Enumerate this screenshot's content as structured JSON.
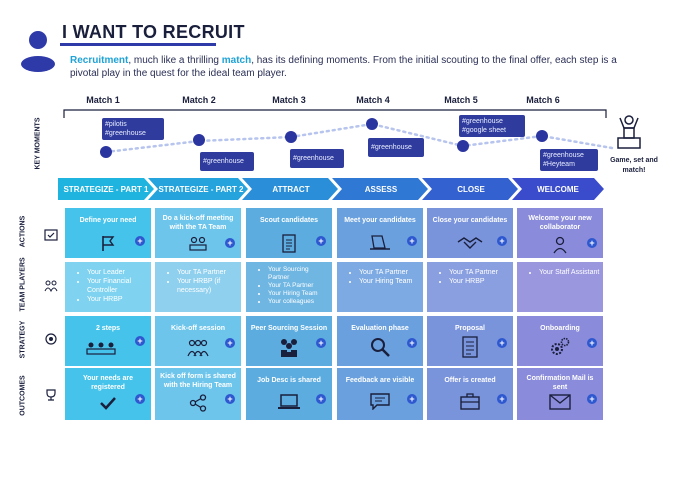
{
  "header": {
    "title": "I WANT TO RECRUIT",
    "subtitle_parts": [
      "Recruitment",
      ", much like a thrilling ",
      "match",
      ", has its defining moments. From the initial scouting to the final offer, each step is a pivotal play in the quest for the ideal team player."
    ]
  },
  "row_labels": [
    "KEY MOMENTS",
    "ACTIONS",
    "TEAM PLAYERS",
    "STRATEGY",
    "OUTCOMES"
  ],
  "matches": [
    "Match 1",
    "Match 2",
    "Match 3",
    "Match 4",
    "Match 5",
    "Match 6"
  ],
  "tags": [
    [
      "#pilotis",
      "#greenhouse"
    ],
    [
      "#greenhouse"
    ],
    [
      "#greenhouse"
    ],
    [
      "#greenhouse"
    ],
    [
      "#greenhouse",
      "#google sheet"
    ],
    [
      "#greenhouse",
      "#Heyteam"
    ]
  ],
  "final_label": "Game, set and match!",
  "phases": [
    "STRATEGIZE - PART 1",
    "STRATEGIZE - PART 2",
    "ATTRACT",
    "ASSESS",
    "CLOSE",
    "WELCOME"
  ],
  "phase_colors": [
    "#1fb4e0",
    "#24a3dc",
    "#2a8fd8",
    "#2f78d4",
    "#3361cf",
    "#3a4ccc"
  ],
  "col_colors": [
    "#46c3ea",
    "#6dc5ec",
    "#5cacdf",
    "#6aa0de",
    "#7a94dc",
    "#8a8bda"
  ],
  "actions": [
    "Define your need",
    "Do a kick-off meeting with the TA Team",
    "Scout candidates",
    "Meet your candidates",
    "Close your candidates",
    "Welcome your new collaborator"
  ],
  "team_players": [
    [
      "Your Leader",
      "Your Financial Controller",
      "Your HRBP"
    ],
    [
      "Your TA Partner",
      "Your HRBP (if necessary)"
    ],
    [
      "Your Sourcing Partner",
      "Your TA Partner",
      "Your Hiring Team",
      "Your colleagues"
    ],
    [
      "Your TA Partner",
      "Your Hiring Team"
    ],
    [
      "Your TA Partner",
      "Your HRBP"
    ],
    [
      "Your Staff Assistant"
    ]
  ],
  "strategy": [
    "2 steps",
    "Kick-off session",
    "Peer Sourcing Session",
    "Evaluation phase",
    "Proposal",
    "Onboarding"
  ],
  "outcomes": [
    "Your needs are registered",
    "Kick off form is shared with the Hiring Team",
    "Job Desc is shared",
    "Feedback are visible",
    "Offer is created",
    "Confirmation Mail is sent"
  ],
  "icons": {
    "actions": [
      "flag-icon",
      "meeting-icon",
      "document-icon",
      "laptop-user-icon",
      "handshake-icon",
      "person-icon"
    ],
    "strategy": [
      "people-chain-icon",
      "group-icon",
      "team-icon",
      "magnifier-icon",
      "checklist-icon",
      "gears-icon"
    ],
    "outcomes": [
      "checkmark-icon",
      "share-icon",
      "laptop-icon",
      "chat-icon",
      "briefcase-icon",
      "envelope-icon"
    ]
  }
}
